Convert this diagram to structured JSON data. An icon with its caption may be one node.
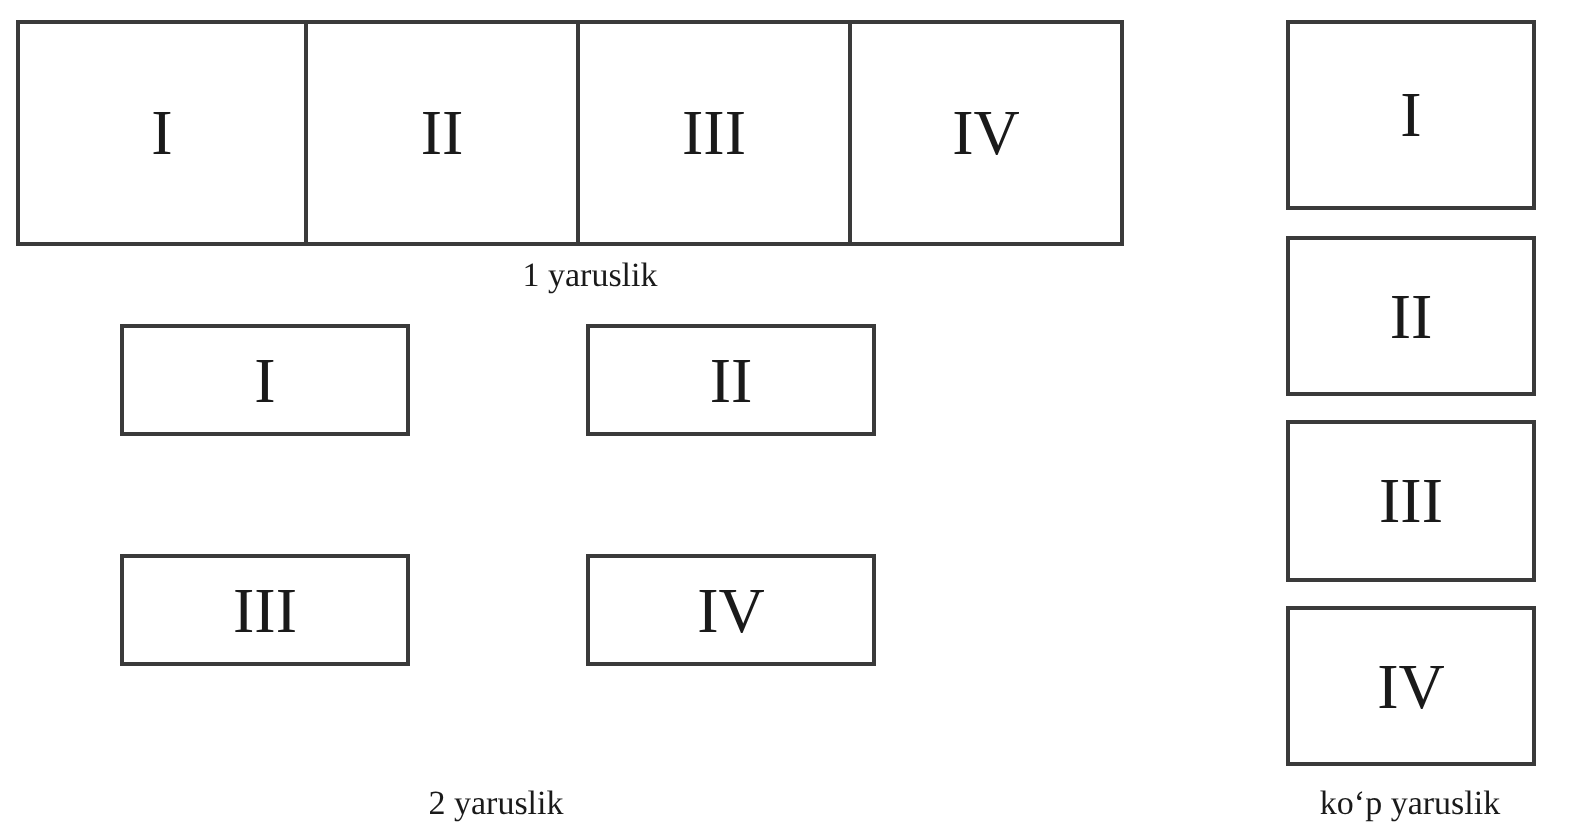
{
  "diagram": {
    "nodes": [
      {
        "text": [
          "I"
        ]
      },
      {
        "text": [
          "II"
        ]
      },
      {
        "text": [
          "III"
        ]
      },
      {
        "text": [
          "IV"
        ]
      },
      {
        "text": [
          "I"
        ]
      },
      {
        "text": [
          "II"
        ]
      },
      {
        "text": [
          "III"
        ]
      },
      {
        "text": [
          "IV"
        ]
      },
      {
        "text": [
          "I"
        ]
      },
      {
        "text": [
          "II"
        ]
      },
      {
        "text": [
          "III"
        ]
      },
      {
        "text": [
          "IV"
        ]
      }
    ],
    "edges": [],
    "labels": [
      "1 yaruslik",
      "2 yaruslik",
      "ko‘p yaruslik"
    ]
  }
}
